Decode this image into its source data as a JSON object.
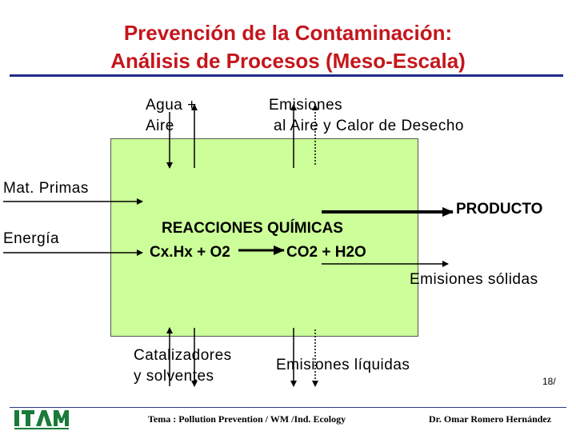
{
  "title": {
    "line1": "Prevención de la Contaminación:",
    "line2": "Análisis de Procesos (Meso-Escala)"
  },
  "inputs_top": {
    "line1": "Agua +",
    "line2": "Aire"
  },
  "emissions_top": {
    "line1": "Emisiones",
    "line2": "al Aire y Calor de Desecho"
  },
  "inputs_left": {
    "raw_materials": "Mat. Primas",
    "energy": "Energía"
  },
  "process": {
    "title": "REACCIONES QUÍMICAS",
    "reactants": "Cx.Hx + O2",
    "products": "CO2 + H2O"
  },
  "outputs_right": {
    "product": "PRODUCTO",
    "solid_emissions": "Emisiones sólidas"
  },
  "bottom": {
    "catalysts_line1": "Catalizadores",
    "catalysts_line2": "y solventes",
    "liquid_emissions": "Emisiones líquidas"
  },
  "footer": {
    "page_number": "18/",
    "topic": "Tema : Pollution Prevention / WM /Ind. Ecology",
    "author": "Dr. Omar Romero Hernández",
    "logo_text": "ITAM"
  },
  "colors": {
    "title": "#c4161c",
    "underline": "#1f2a8a",
    "box": "#ccff99",
    "logo": "#1a7a3a"
  }
}
